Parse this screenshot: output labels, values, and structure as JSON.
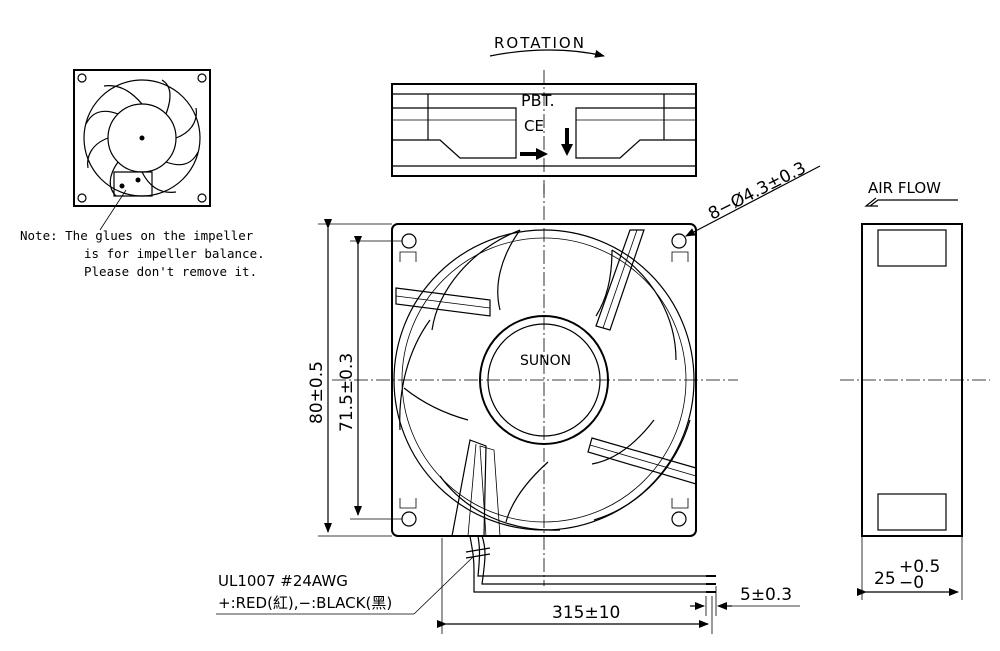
{
  "top_view": {
    "label": "ROTATION",
    "material": "PBT.",
    "ce_mark": "CE"
  },
  "side_view": {
    "label": "AIR FLOW",
    "thickness_main": "25",
    "thickness_tol_plus": "+0.5",
    "thickness_tol_minus": "−0"
  },
  "front_view": {
    "brand": "SUNON",
    "outer_size": "80±0.5",
    "hole_pitch": "71.5±0.3",
    "mount_holes": "8−Ø4.3±0.3",
    "lead_length": "315±10",
    "strip_length": "5±0.3"
  },
  "wire_spec": {
    "line1": "UL1007 #24AWG",
    "line2": "+:RED(紅),−:BLACK(黑)"
  },
  "note": {
    "line1": "Note: The glues on the impeller",
    "line2": "is for impeller balance.",
    "line3": "Please don't remove it."
  }
}
